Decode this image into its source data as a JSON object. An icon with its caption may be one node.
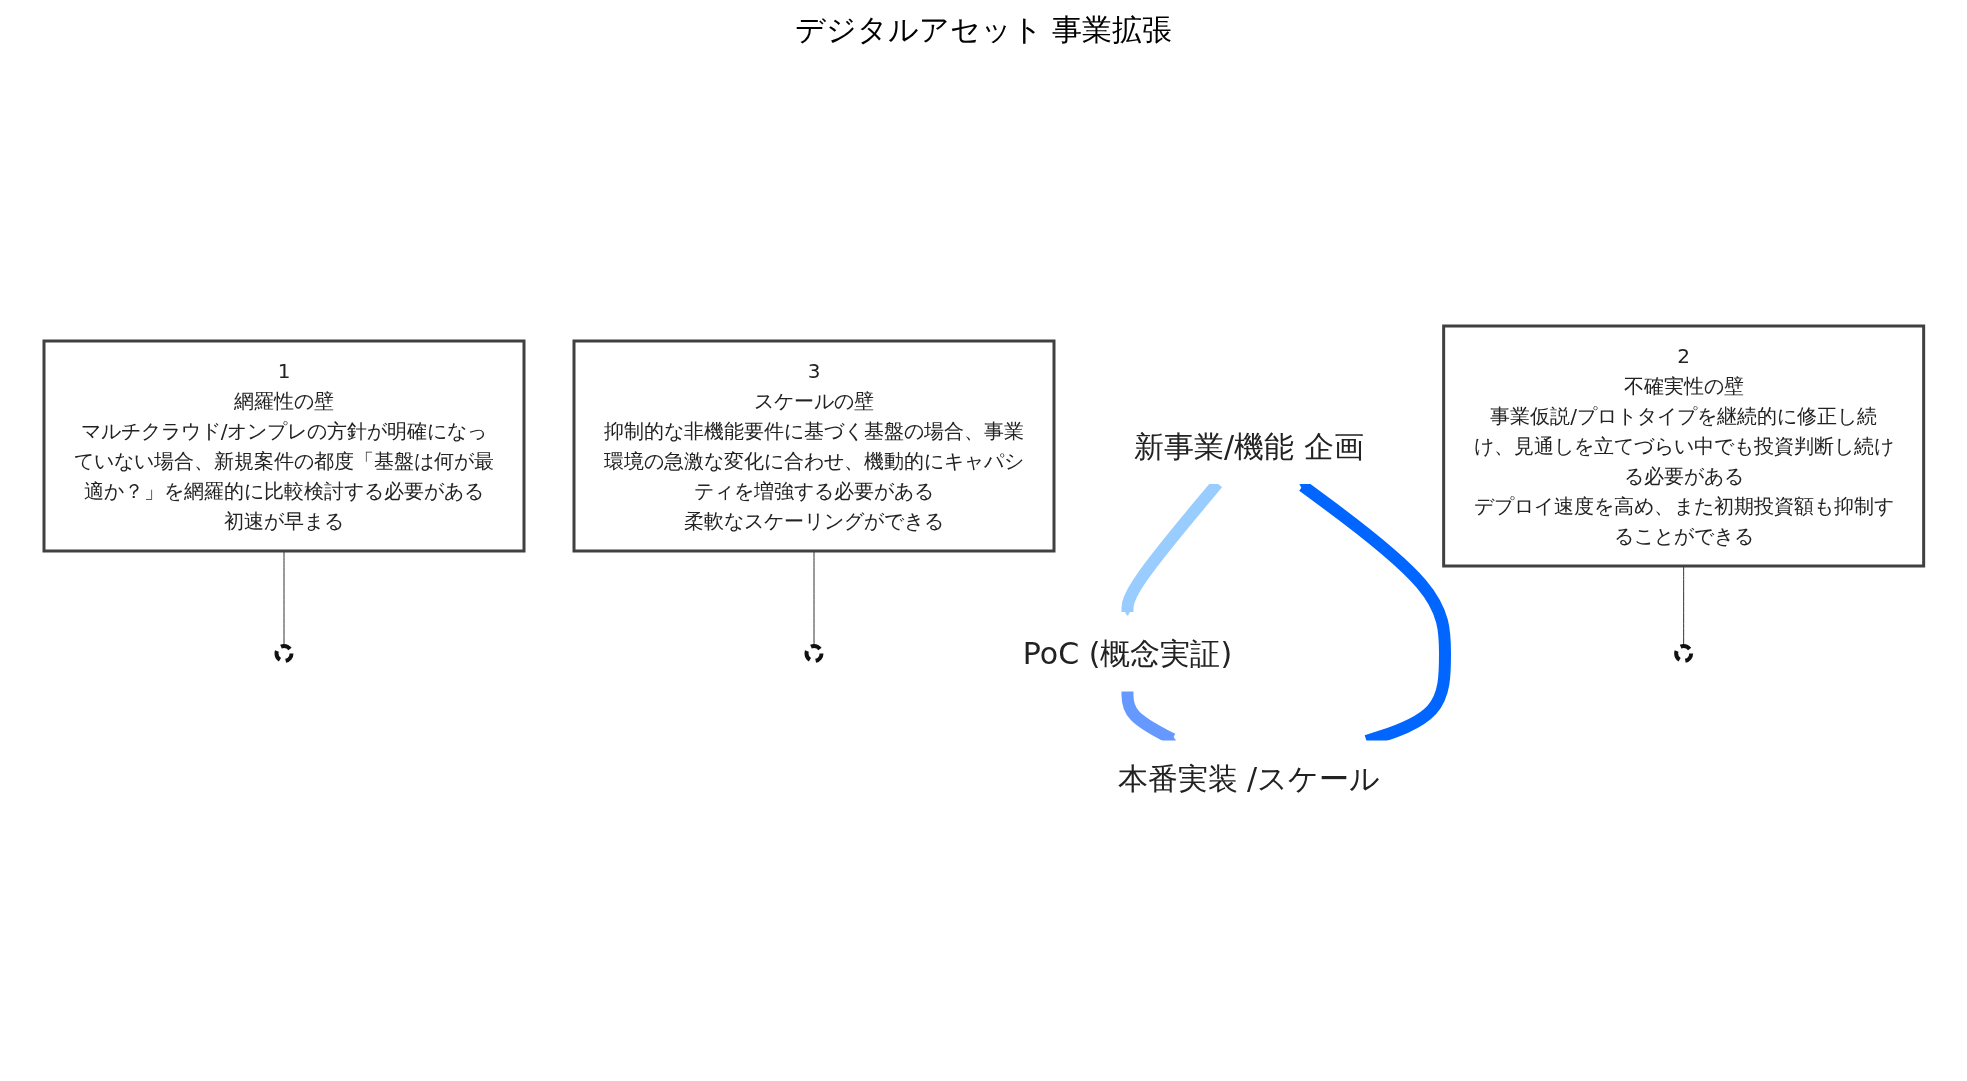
{
  "diagram": {
    "nodes": [
      {
        "text": [
          "1",
          "網羅性の壁",
          "マルチクラウド/オンプレの方針が明確になっていない場合、新規案件の都度「基盤は何が最適か？」を網羅的に比較検討する必要がある",
          "初速が早まる"
        ]
      },
      {
        "text": [],
        "shape": "circle"
      },
      {
        "text": [
          "新事業/機能 企画"
        ]
      },
      {
        "text": [
          "PoC (概念実証)"
        ]
      },
      {
        "text": [],
        "shape": "circle"
      },
      {
        "text": [],
        "shape": "circle"
      },
      {
        "text": [
          "3",
          "スケールの壁",
          "抑制的な非機能要件に基づく基盤の場合、事業環境の急激な変化に合わせ、機動的にキャパシティを増強する必要がある",
          "柔軟なスケーリングができる"
        ]
      },
      {
        "text": [
          "2",
          "不確実性の壁",
          "事業仮説/プロトタイプを継続的に修正し続け、見通しを立てづらい中でも投資判断し続ける必要がある",
          "デプロイ速度を高め、また初期投資額も抑制することができる"
        ]
      },
      {
        "text": [
          "本番実装 /スケール"
        ]
      }
    ],
    "edges": [
      {
        "from": 2,
        "to": 3,
        "arrow": "to",
        "style": "thick",
        "color": "#99ccff"
      },
      {
        "from": 3,
        "to": 8,
        "arrow": "to",
        "style": "thick",
        "color": "#6699ff"
      },
      {
        "from": 8,
        "to": 2,
        "arrow": "to",
        "style": "thick",
        "color": "#0066ff"
      },
      {
        "from": 0,
        "to": 1,
        "arrow": "none"
      },
      {
        "from": 6,
        "to": 4,
        "arrow": "none"
      },
      {
        "from": 7,
        "to": 5,
        "arrow": "none"
      }
    ],
    "labels": [
      "デジタルアセット 事業拡張"
    ]
  }
}
